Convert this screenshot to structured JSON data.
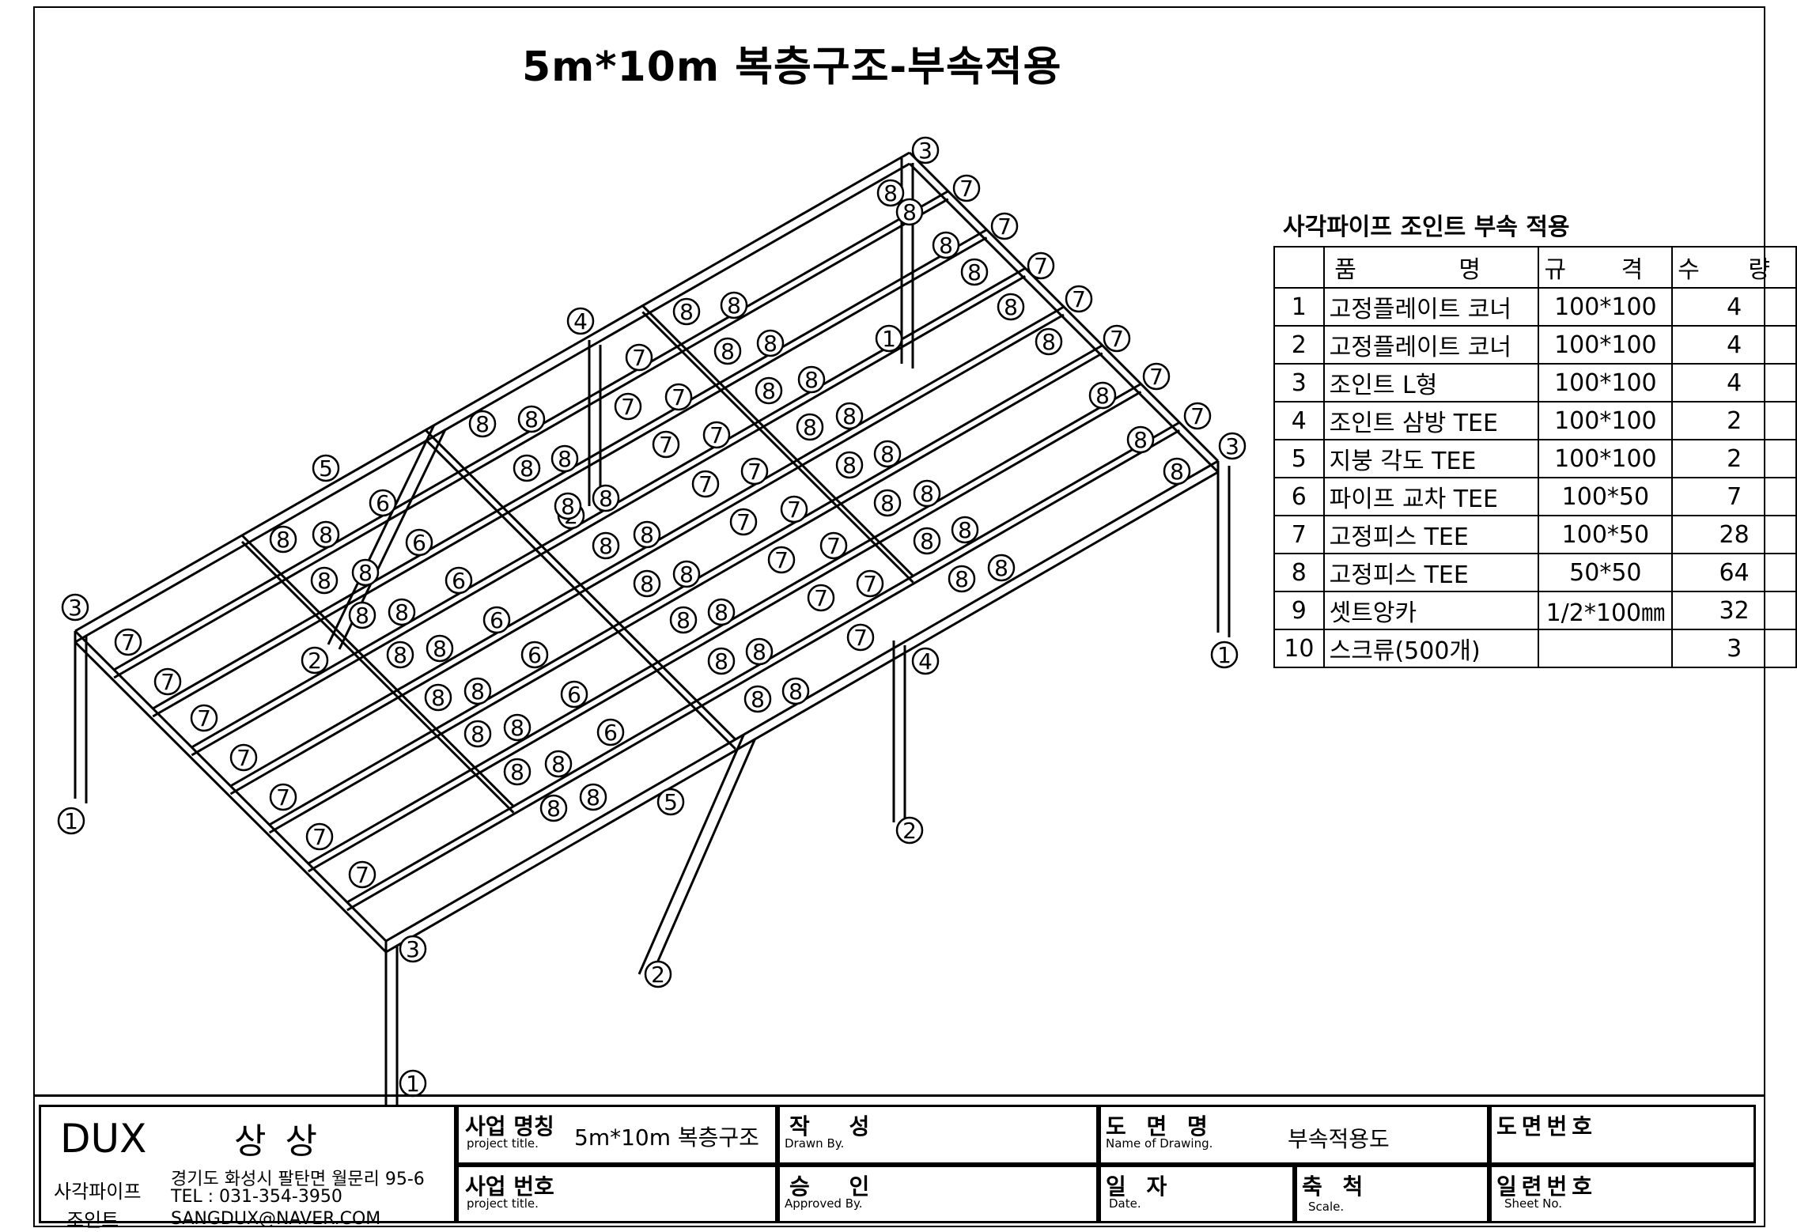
{
  "title": "5m*10m 복층구조-부속적용",
  "bom": {
    "title": "사각파이프 조인트 부속 적용",
    "headers": {
      "name": "품 명",
      "spec": "규 격",
      "qty": "수 량"
    },
    "rows": [
      {
        "no": "1",
        "name": "고정플레이트 코너",
        "spec": "100*100",
        "qty": "4"
      },
      {
        "no": "2",
        "name": "고정플레이트 코너",
        "spec": "100*100",
        "qty": "4"
      },
      {
        "no": "3",
        "name": "조인트 L형",
        "spec": "100*100",
        "qty": "4"
      },
      {
        "no": "4",
        "name": "조인트 삼방 TEE",
        "spec": "100*100",
        "qty": "2"
      },
      {
        "no": "5",
        "name": "지붕 각도 TEE",
        "spec": "100*100",
        "qty": "2"
      },
      {
        "no": "6",
        "name": "파이프 교차 TEE",
        "spec": "100*50",
        "qty": "7"
      },
      {
        "no": "7",
        "name": "고정피스 TEE",
        "spec": "100*50",
        "qty": "28"
      },
      {
        "no": "8",
        "name": "고정피스 TEE",
        "spec": "50*50",
        "qty": "64"
      },
      {
        "no": "9",
        "name": "셋트앙카",
        "spec": "1/2*100㎜",
        "qty": "32"
      },
      {
        "no": "10",
        "name": "스크류(500개)",
        "spec": "",
        "qty": "3"
      }
    ]
  },
  "titleblock": {
    "company": "DUX",
    "company_kr": "상상",
    "product_line1": "사각파이프",
    "product_line2": "조인트",
    "address": "경기도 화성시 팔탄면 월문리 95-6",
    "tel": "TEL : 031-354-3950",
    "email": "SANGDUX@NAVER.COM",
    "project_name_label": "사업 명칭",
    "project_name_sub": "project title.",
    "project_name_value": "5m*10m 복층구조",
    "project_no_label": "사업 번호",
    "project_no_sub": "project title.",
    "drawn_label": "작 성",
    "drawn_sub": "Drawn By.",
    "approved_label": "승 인",
    "approved_sub": "Approved By.",
    "drawing_name_label": "도 면 명",
    "drawing_name_sub": "Name of Drawing.",
    "drawing_name_value": "부속적용도",
    "date_label": "일 자",
    "date_sub": "Date.",
    "scale_label": "축 척",
    "scale_sub": "Scale.",
    "drawing_no_label": "도면번호",
    "sheet_no_label": "일련번호",
    "sheet_no_sub": "Sheet No."
  },
  "callouts": [
    "1",
    "2",
    "3",
    "4",
    "5",
    "6",
    "7",
    "8"
  ]
}
